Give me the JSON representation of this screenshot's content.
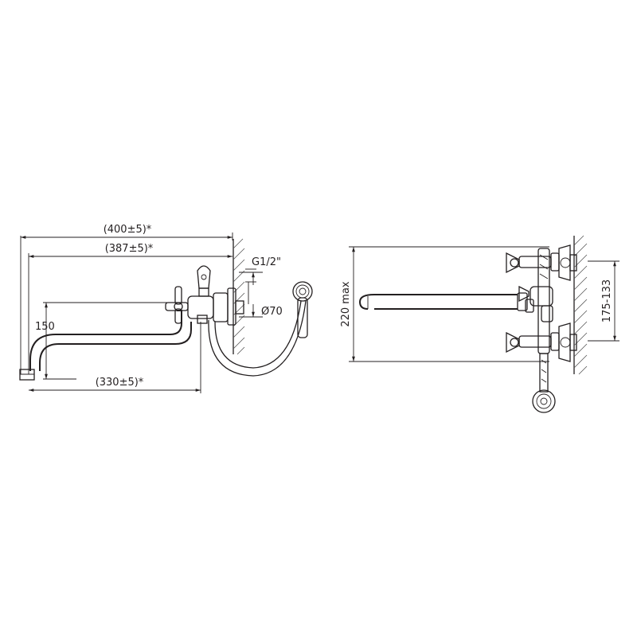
{
  "dimensions": {
    "overall_length": "(400±5)*",
    "spout_length": "(387±5)*",
    "spout_reach": "(330±5)*",
    "height": "150",
    "thread": "G1/2\"",
    "flange_diameter": "Ø70",
    "max_height": "220 max",
    "center_distance": "175-133"
  },
  "colors": {
    "line": "#231f20",
    "background": "#ffffff"
  }
}
